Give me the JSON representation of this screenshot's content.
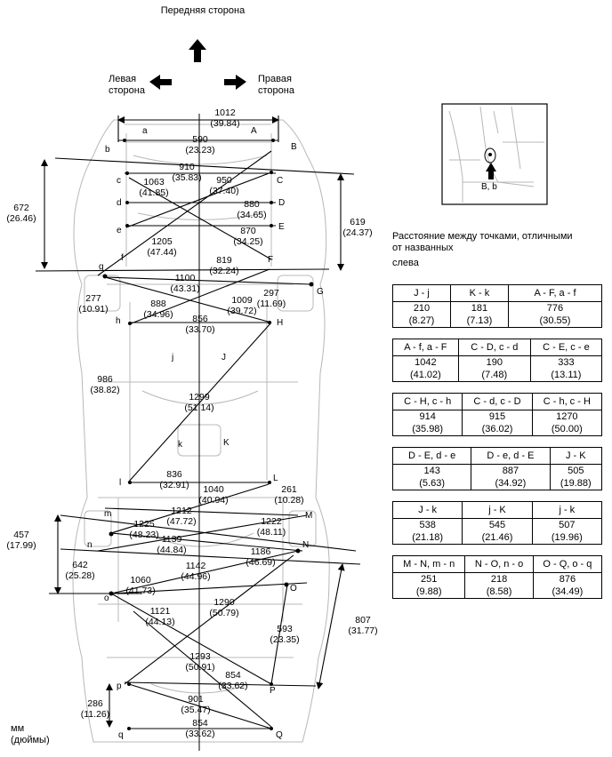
{
  "captions": {
    "front": "Передняя сторона",
    "left_1": "Левая",
    "left_2": "сторона",
    "right_1": "Правая",
    "right_2": "сторона"
  },
  "units": {
    "mm": "мм",
    "inch": "(дюймы)"
  },
  "note": {
    "line1": "Расстояние между точками, отличными",
    "line2": "от названных",
    "line3": "слева"
  },
  "inset_label": "B, b",
  "points": [
    "a",
    "A",
    "b",
    "B",
    "c",
    "C",
    "d",
    "D",
    "e",
    "E",
    "f",
    "F",
    "g",
    "G",
    "h",
    "H",
    "j",
    "J",
    "k",
    "K",
    "l",
    "L",
    "m",
    "M",
    "n",
    "N",
    "o",
    "O",
    "p",
    "P",
    "q",
    "Q"
  ],
  "dims": [
    {
      "mm": "1012",
      "in": "(39.84)"
    },
    {
      "mm": "590",
      "in": "(23.23)"
    },
    {
      "mm": "910",
      "in": "(35.83)"
    },
    {
      "mm": "1063",
      "in": "(41.85)"
    },
    {
      "mm": "950",
      "in": "(37.40)"
    },
    {
      "mm": "880",
      "in": "(34.65)"
    },
    {
      "mm": "870",
      "in": "(34.25)"
    },
    {
      "mm": "672",
      "in": "(26.46)"
    },
    {
      "mm": "619",
      "in": "(24.37)"
    },
    {
      "mm": "1205",
      "in": "(47.44)"
    },
    {
      "mm": "819",
      "in": "(32.24)"
    },
    {
      "mm": "1100",
      "in": "(43.31)"
    },
    {
      "mm": "277",
      "in": "(10.91)"
    },
    {
      "mm": "297",
      "in": "(11.69)"
    },
    {
      "mm": "1009",
      "in": "(39.72)"
    },
    {
      "mm": "888",
      "in": "(34.96)"
    },
    {
      "mm": "856",
      "in": "(33.70)"
    },
    {
      "mm": "986",
      "in": "(38.82)"
    },
    {
      "mm": "1299",
      "in": "(51.14)"
    },
    {
      "mm": "836",
      "in": "(32.91)"
    },
    {
      "mm": "1040",
      "in": "(40.94)"
    },
    {
      "mm": "261",
      "in": "(10.28)"
    },
    {
      "mm": "1212",
      "in": "(47.72)"
    },
    {
      "mm": "1225",
      "in": "(48.23)"
    },
    {
      "mm": "1222",
      "in": "(48.11)"
    },
    {
      "mm": "457",
      "in": "(17.99)"
    },
    {
      "mm": "1139",
      "in": "(44.84)"
    },
    {
      "mm": "1186",
      "in": "(46.69)"
    },
    {
      "mm": "642",
      "in": "(25.28)"
    },
    {
      "mm": "1142",
      "in": "(44.96)"
    },
    {
      "mm": "1060",
      "in": "(41.73)"
    },
    {
      "mm": "1121",
      "in": "(44.13)"
    },
    {
      "mm": "1290",
      "in": "(50.79)"
    },
    {
      "mm": "593",
      "in": "(23.35)"
    },
    {
      "mm": "807",
      "in": "(31.77)"
    },
    {
      "mm": "1293",
      "in": "(50.91)"
    },
    {
      "mm": "854",
      "in": "(33.62)"
    },
    {
      "mm": "286",
      "in": "(11.26)"
    },
    {
      "mm": "901",
      "in": "(35.47)"
    },
    {
      "mm": "854",
      "in": "(33.62)"
    }
  ],
  "tables": [
    {
      "headers": [
        "J - j",
        "K - k",
        "A - F, a - f"
      ],
      "mm": [
        "210",
        "181",
        "776"
      ],
      "in": [
        "(8.27)",
        "(7.13)",
        "(30.55)"
      ]
    },
    {
      "headers": [
        "A - f, a - F",
        "C - D, c - d",
        "C - E, c - e"
      ],
      "mm": [
        "1042",
        "190",
        "333"
      ],
      "in": [
        "(41.02)",
        "(7.48)",
        "(13.11)"
      ]
    },
    {
      "headers": [
        "C - H, c - h",
        "C - d, c - D",
        "C - h, c - H"
      ],
      "mm": [
        "914",
        "915",
        "1270"
      ],
      "in": [
        "(35.98)",
        "(36.02)",
        "(50.00)"
      ]
    },
    {
      "headers": [
        "D - E, d - e",
        "D - e, d - E",
        "J - K"
      ],
      "mm": [
        "143",
        "887",
        "505"
      ],
      "in": [
        "(5.63)",
        "(34.92)",
        "(19.88)"
      ]
    },
    {
      "headers": [
        "J - k",
        "j - K",
        "j - k"
      ],
      "mm": [
        "538",
        "545",
        "507"
      ],
      "in": [
        "(21.18)",
        "(21.46)",
        "(19.96)"
      ]
    },
    {
      "headers": [
        "M - N, m - n",
        "N - O, n - o",
        "O - Q, o - q"
      ],
      "mm": [
        "251",
        "218",
        "876"
      ],
      "in": [
        "(9.88)",
        "(8.58)",
        "(34.49)"
      ]
    }
  ]
}
